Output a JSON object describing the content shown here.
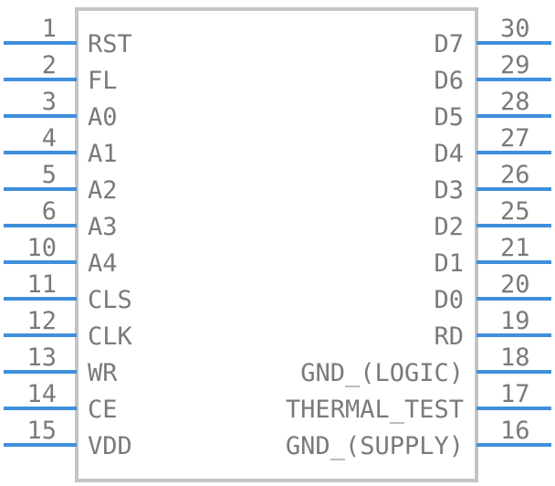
{
  "colors": {
    "body_stroke": "#c4c4c4",
    "pin": "#3f8fdc",
    "text": "#7a7a7a"
  },
  "left_pins": [
    {
      "number": "1",
      "name": "RST"
    },
    {
      "number": "2",
      "name": "FL"
    },
    {
      "number": "3",
      "name": "A0"
    },
    {
      "number": "4",
      "name": "A1"
    },
    {
      "number": "5",
      "name": "A2"
    },
    {
      "number": "6",
      "name": "A3"
    },
    {
      "number": "10",
      "name": "A4"
    },
    {
      "number": "11",
      "name": "CLS"
    },
    {
      "number": "12",
      "name": "CLK"
    },
    {
      "number": "13",
      "name": "WR"
    },
    {
      "number": "14",
      "name": "CE"
    },
    {
      "number": "15",
      "name": "VDD"
    }
  ],
  "right_pins": [
    {
      "number": "30",
      "name": "D7"
    },
    {
      "number": "29",
      "name": "D6"
    },
    {
      "number": "28",
      "name": "D5"
    },
    {
      "number": "27",
      "name": "D4"
    },
    {
      "number": "26",
      "name": "D3"
    },
    {
      "number": "25",
      "name": "D2"
    },
    {
      "number": "21",
      "name": "D1"
    },
    {
      "number": "20",
      "name": "D0"
    },
    {
      "number": "19",
      "name": "RD"
    },
    {
      "number": "18",
      "name": "GND_(LOGIC)"
    },
    {
      "number": "17",
      "name": "THERMAL_TEST"
    },
    {
      "number": "16",
      "name": "GND_(SUPPLY)"
    }
  ]
}
